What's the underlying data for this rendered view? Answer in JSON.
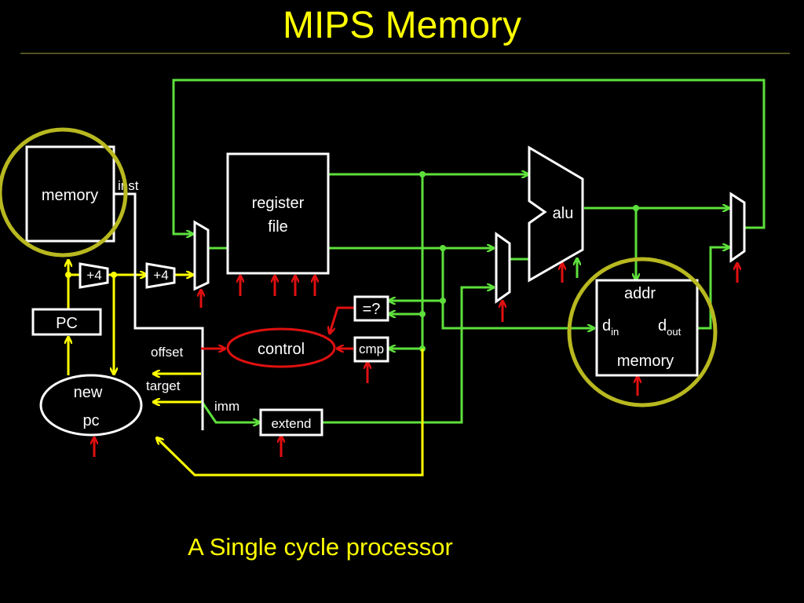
{
  "title": "MIPS Memory",
  "caption": "A Single cycle processor",
  "colors": {
    "title_text": "#ffff00",
    "pc_path_wire": "#ffff00",
    "datapath_wire": "#5ee03c",
    "control_signal": "#e01010",
    "highlight_circle": "#b8b820",
    "component_outline": "#ffffff"
  },
  "blocks": {
    "inst_memory": "memory",
    "register_file_line1": "register",
    "register_file_line2": "file",
    "alu": "alu",
    "data_memory": {
      "addr": "addr",
      "din_base": "d",
      "din_sub": "in",
      "dout_base": "d",
      "dout_sub": "out",
      "name": "memory"
    },
    "pc": "PC",
    "new_pc_line1": "new",
    "new_pc_line2": "pc",
    "control": "control",
    "equals": "=?",
    "cmp": "cmp",
    "extend": "extend",
    "adder_1": "+4",
    "adder_2": "+4"
  },
  "wire_labels": {
    "inst": "inst",
    "offset": "offset",
    "target": "target",
    "imm": "imm"
  }
}
